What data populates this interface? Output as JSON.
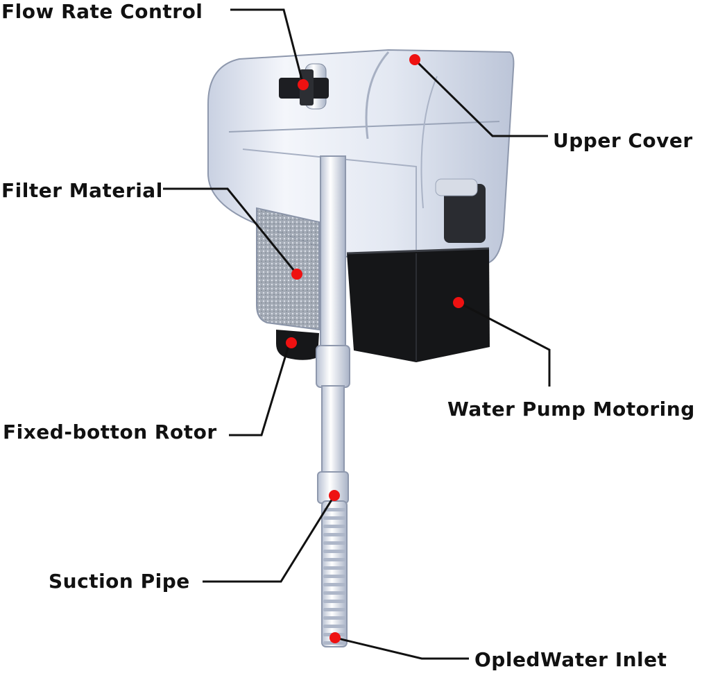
{
  "labels": {
    "flow_rate_control": "Flow Rate Control",
    "upper_cover": "Upper Cover",
    "filter_material": "Filter Material",
    "water_pump_motoring": "Water Pump Motoring",
    "fixed_botton_rotor": "Fixed-botton Rotor",
    "suction_pipe": "Suction Pipe",
    "opled_water_inlet": "OpledWater Inlet"
  },
  "colors": {
    "marker": "#ee1111",
    "leader_line": "#111111",
    "label_text": "#111111",
    "pump_housing": "#111111",
    "filter_body": "#dfe6f2"
  }
}
